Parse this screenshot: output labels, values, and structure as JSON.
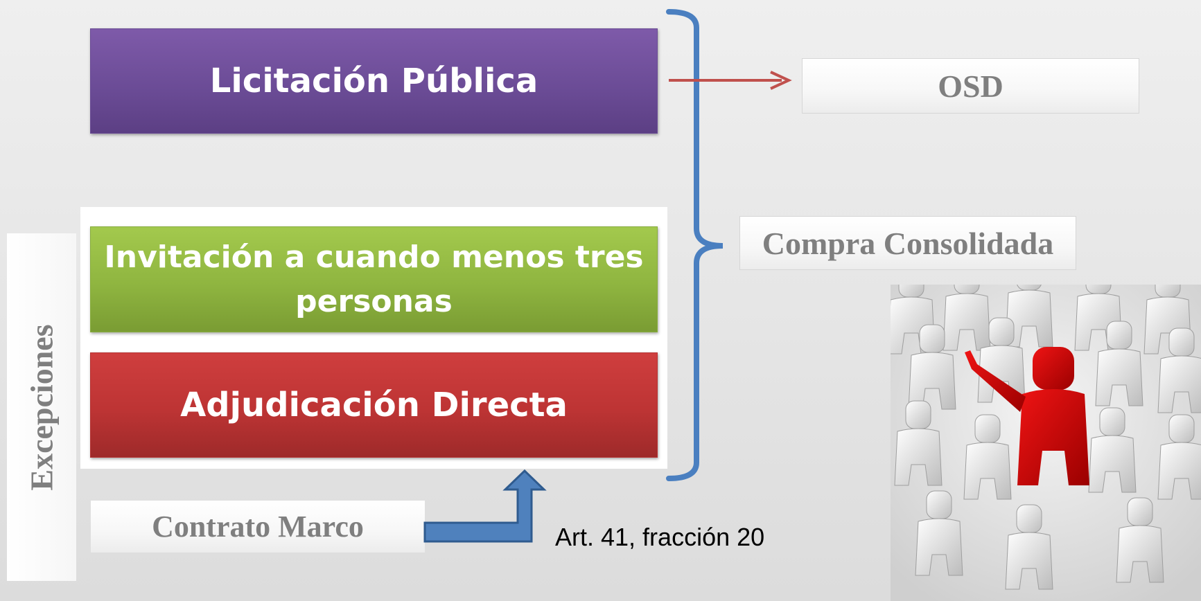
{
  "boxes": {
    "licitacion": "Licitación Pública",
    "invitacion": "Invitación a cuando menos tres personas",
    "adjudicacion": "Adjudicación Directa"
  },
  "labels": {
    "osd": "OSD",
    "compra_consolidada": "Compra Consolidada",
    "contrato_marco": "Contrato Marco",
    "excepciones": "Excepciones",
    "articulo": "Art. 41, fracción 20"
  },
  "colors": {
    "licitacion": "#6a4b95",
    "invitacion": "#8fb540",
    "adjudicacion": "#bd3434",
    "bracket": "#4a7fc0",
    "red_arrow": "#c0504d",
    "blue_arrow": "#4f81bd",
    "label_text": "#7f7f7f"
  },
  "image": {
    "subject": "crowd-of-white-figures-one-red-figure-pointing"
  }
}
